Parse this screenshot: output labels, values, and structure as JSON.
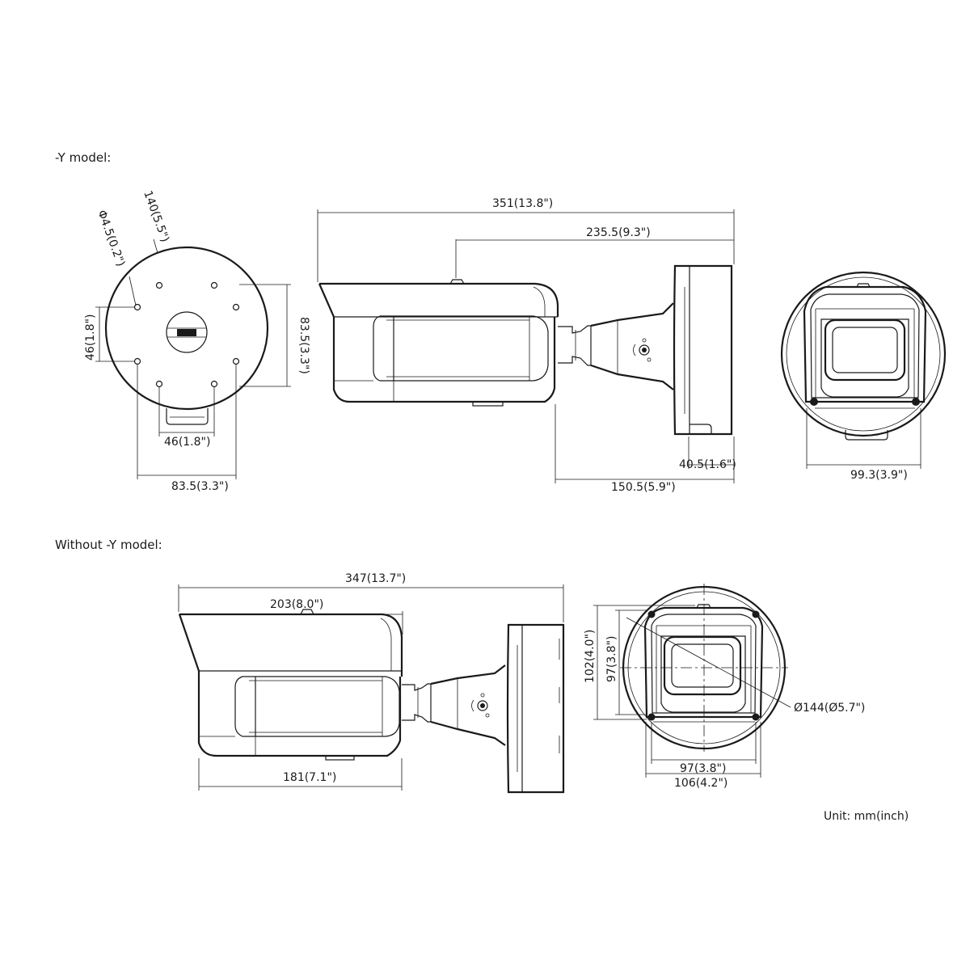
{
  "sections": {
    "y_model_label": "-Y model:",
    "without_y_model_label": "Without -Y model:"
  },
  "y_model": {
    "mount_plate": {
      "bracket_diameter": "140(5.5\")",
      "hole_diameter": "Φ4.5(0.2\")",
      "hole_spacing_vertical": "46(1.8\")",
      "height": "83.5(3.3\")",
      "hole_spacing_horizontal": "46(1.8\")",
      "width": "83.5(3.3\")"
    },
    "side_view": {
      "total_length": "351(13.8\")",
      "length_from_top_screw": "235.5(9.3\")",
      "bracket_depth": "40.5(1.6\")",
      "arm_and_bracket_length": "150.5(5.9\")"
    },
    "front_view": {
      "width": "99.3(3.9\")"
    }
  },
  "without_y_model": {
    "side_view": {
      "total_length": "347(13.7\")",
      "top_length": "203(8.0\")",
      "bottom_length": "181(7.1\")"
    },
    "front_view": {
      "outer_height": "102(4.0\")",
      "inner_height": "97(3.8\")",
      "diameter": "Ø144(Ø5.7\")",
      "inner_width": "97(3.8\")",
      "outer_width": "106(4.2\")"
    }
  },
  "unit_note": "Unit: mm(inch)"
}
